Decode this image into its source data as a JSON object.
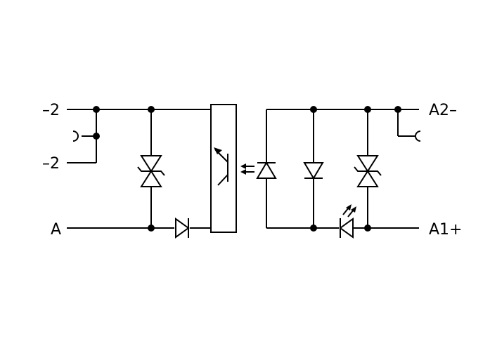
{
  "terminals": {
    "left_top": "–2",
    "left_middle": "–2",
    "left_bottom": "A",
    "right_top": "A2–",
    "right_bottom": "A1+"
  },
  "colors": {
    "line": "#000000",
    "background": "#ffffff"
  },
  "components": [
    "bridge-terminal-icon",
    "bidirectional-tvs-diode-icon",
    "diode-icon",
    "optocoupler-output-transistor",
    "optocoupler-input-diode-icon",
    "led-indicator-icon"
  ]
}
